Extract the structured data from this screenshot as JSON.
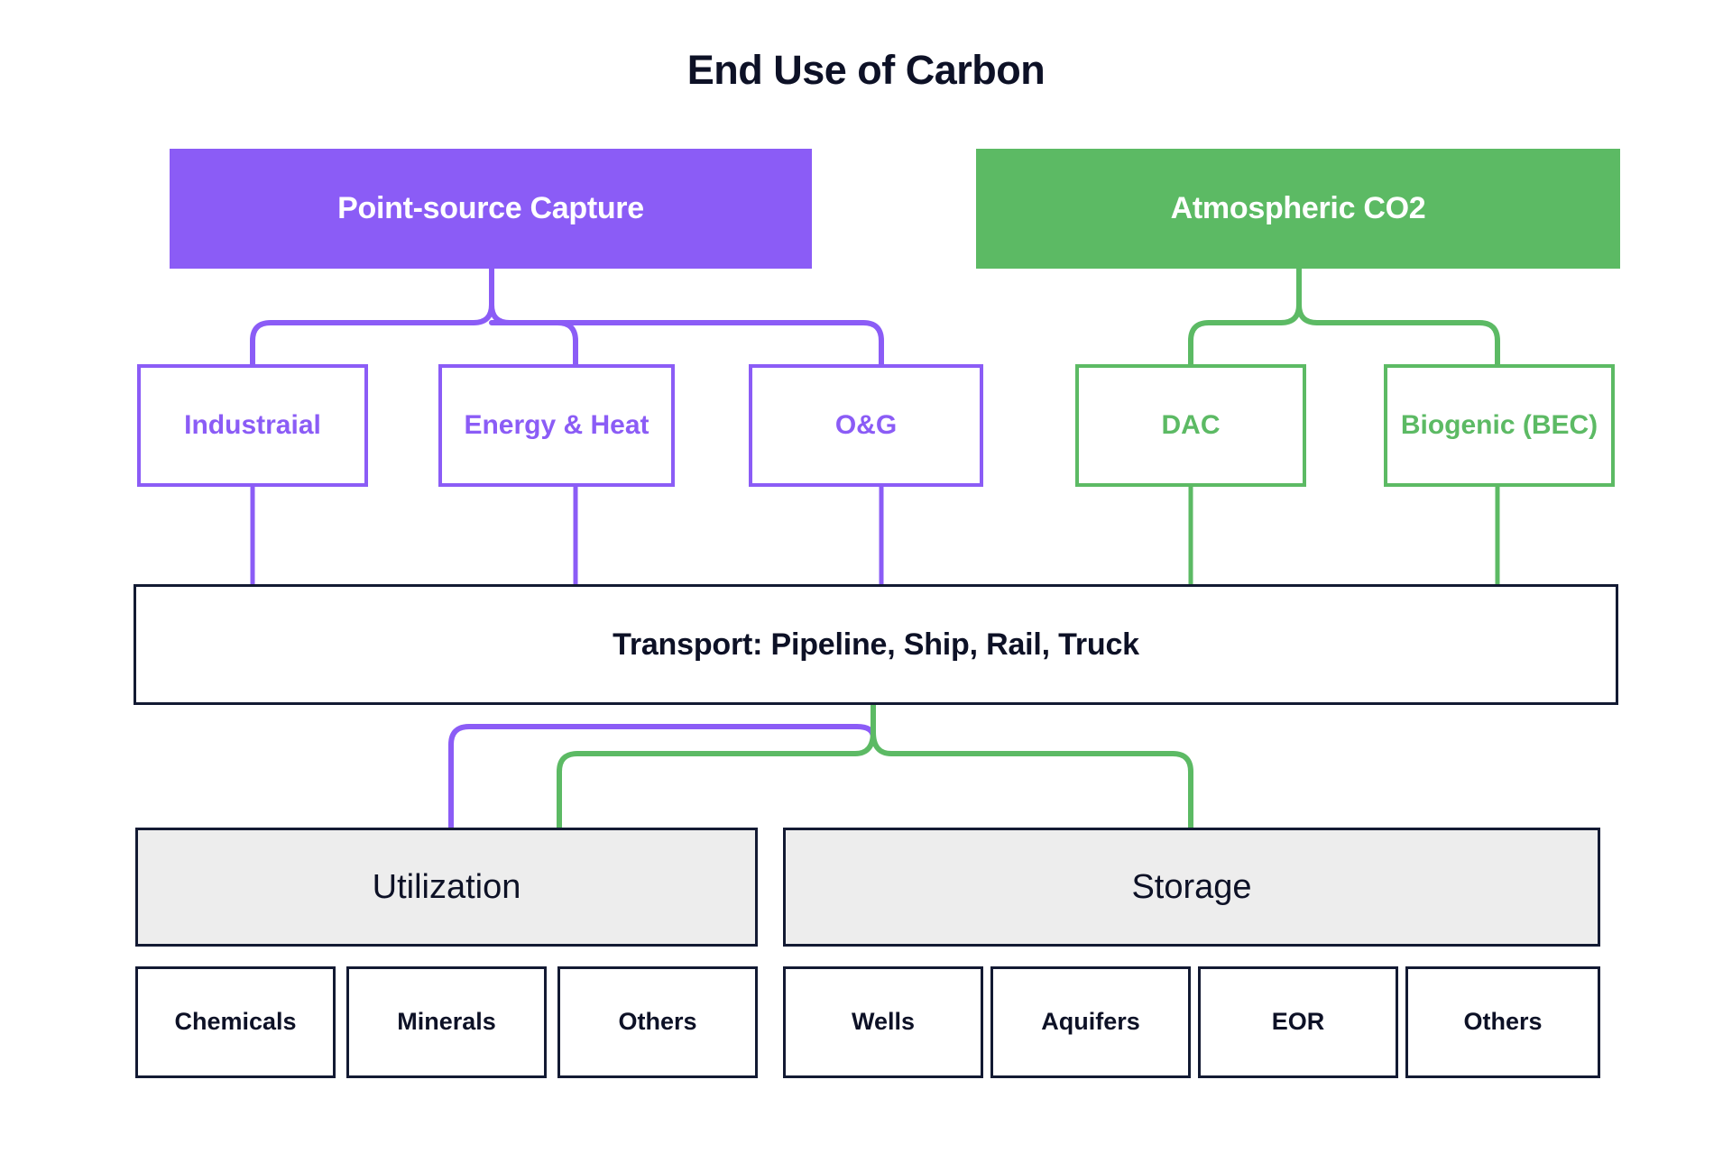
{
  "diagram": {
    "title": "End Use of Carbon",
    "colors": {
      "purple": "#8b5cf6",
      "green": "#5cba64",
      "ink": "#131a33",
      "grey_fill": "#ededed",
      "background": "#ffffff"
    },
    "headers": [
      {
        "id": "point-source-capture",
        "label": "Point-source Capture",
        "color": "#8b5cf6"
      },
      {
        "id": "atmospheric-co2",
        "label": "Atmospheric CO2",
        "color": "#5cba64"
      }
    ],
    "sources": [
      {
        "id": "industraial",
        "label": "Industraial",
        "parent": "point-source-capture",
        "color": "#8b5cf6"
      },
      {
        "id": "energy-heat",
        "label": "Energy & Heat",
        "parent": "point-source-capture",
        "color": "#8b5cf6"
      },
      {
        "id": "og",
        "label": "O&G",
        "parent": "point-source-capture",
        "color": "#8b5cf6"
      },
      {
        "id": "dac",
        "label": "DAC",
        "parent": "atmospheric-co2",
        "color": "#5cba64"
      },
      {
        "id": "biogenic-bec",
        "label": "Biogenic (BEC)",
        "parent": "atmospheric-co2",
        "color": "#5cba64"
      }
    ],
    "transport": {
      "id": "transport",
      "label": "Transport: Pipeline, Ship, Rail, Truck"
    },
    "groups": [
      {
        "id": "utilization",
        "label": "Utilization"
      },
      {
        "id": "storage",
        "label": "Storage"
      }
    ],
    "leaves": [
      {
        "id": "chemicals",
        "label": "Chemicals",
        "group": "utilization"
      },
      {
        "id": "minerals",
        "label": "Minerals",
        "group": "utilization"
      },
      {
        "id": "others-utilization",
        "label": "Others",
        "group": "utilization"
      },
      {
        "id": "wells",
        "label": "Wells",
        "group": "storage"
      },
      {
        "id": "aquifers",
        "label": "Aquifers",
        "group": "storage"
      },
      {
        "id": "eor",
        "label": "EOR",
        "group": "storage"
      },
      {
        "id": "others-storage",
        "label": "Others",
        "group": "storage"
      }
    ]
  }
}
